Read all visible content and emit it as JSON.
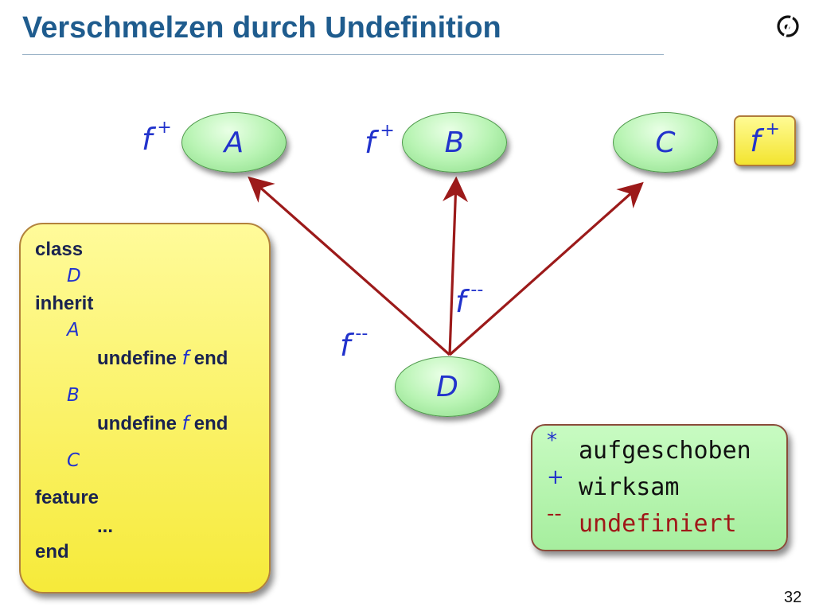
{
  "slide": {
    "title": "Verschmelzen durch Undefinition",
    "page_number": "32"
  },
  "diagram": {
    "nodes": [
      {
        "id": "A",
        "label": "A"
      },
      {
        "id": "B",
        "label": "B"
      },
      {
        "id": "C",
        "label": "C"
      },
      {
        "id": "D",
        "label": "D"
      }
    ],
    "feature_labels": {
      "a": {
        "name": "f",
        "mark": "+"
      },
      "b": {
        "name": "f",
        "mark": "+"
      },
      "c": {
        "name": "f",
        "mark": "+"
      },
      "d_to_a": {
        "name": "f",
        "mark": "--"
      },
      "d_to_b": {
        "name": "f",
        "mark": "--"
      }
    },
    "edges": [
      {
        "from": "D",
        "to": "A"
      },
      {
        "from": "D",
        "to": "B"
      },
      {
        "from": "D",
        "to": "C"
      }
    ],
    "edge_color": "#9c1a1a",
    "node_color": "#b9f4b4",
    "text_color": "#2233cc"
  },
  "code": {
    "kw_class": "class",
    "class_name": "D",
    "kw_inherit": "inherit",
    "parent_a": "A",
    "undefine_a": {
      "kw": "undefine",
      "feature": "f",
      "end": "end"
    },
    "parent_b": "B",
    "undefine_b": {
      "kw": "undefine",
      "feature": "f",
      "end": "end"
    },
    "parent_c": "C",
    "kw_feature": "feature",
    "ellipsis": "...",
    "kw_end": "end"
  },
  "legend": {
    "deferred": {
      "symbol": "*",
      "text": "aufgeschoben"
    },
    "effective": {
      "symbol": "+",
      "text": "wirksam"
    },
    "undefined": {
      "symbol": "--",
      "text": "undefiniert"
    },
    "highlight_color": "#a01818"
  }
}
